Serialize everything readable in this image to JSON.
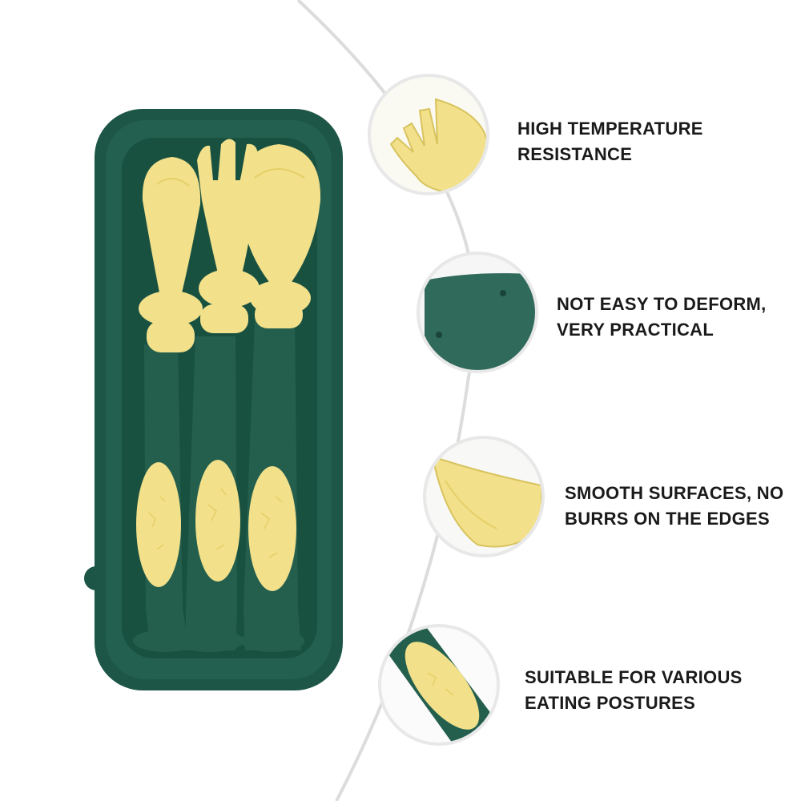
{
  "features": [
    {
      "lines": [
        "HIGH TEMPERATURE",
        "RESISTANCE"
      ],
      "icon": "fork-closeup-icon"
    },
    {
      "lines": [
        "NOT EASY TO DEFORM,",
        "VERY PRACTICAL"
      ],
      "icon": "case-closeup-icon"
    },
    {
      "lines": [
        "SMOOTH SURFACES, NO",
        "BURRS ON THE EDGES"
      ],
      "icon": "spoon-closeup-icon"
    },
    {
      "lines": [
        "SUITABLE FOR VARIOUS",
        "EATING POSTURES"
      ],
      "icon": "grip-closeup-icon"
    }
  ],
  "colors": {
    "case_green": "#1f5a49",
    "handle_green": "#245f4e",
    "utensil_yellow": "#f2e08a",
    "arc_gray": "#dcdcdc"
  }
}
